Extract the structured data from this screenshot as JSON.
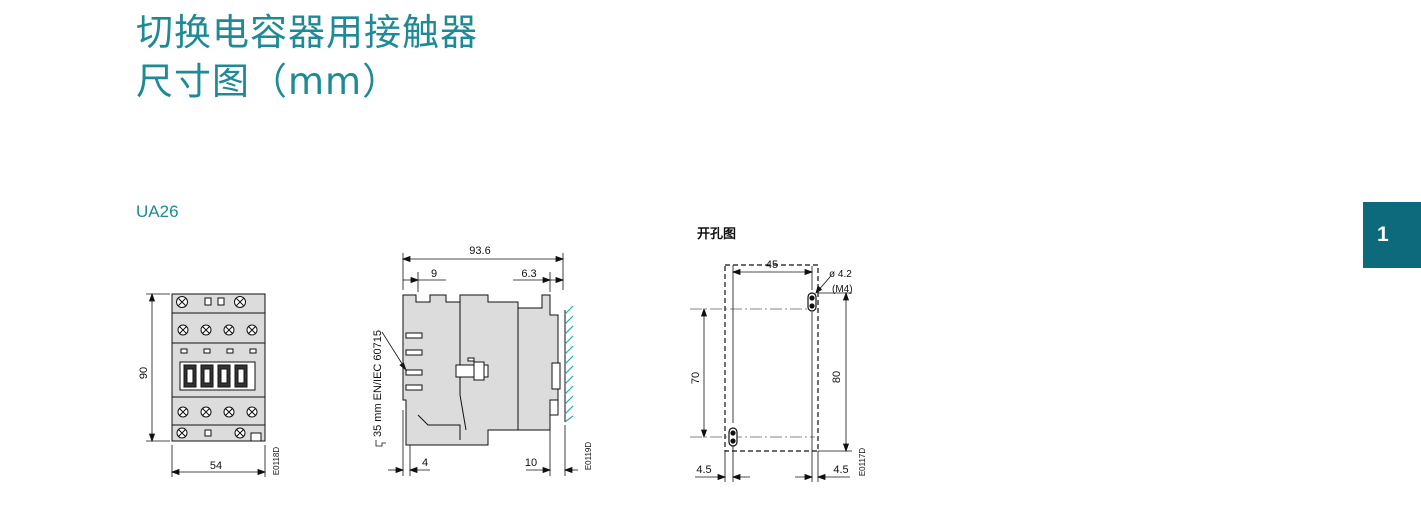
{
  "title": {
    "line1": "切换电容器用接触器",
    "line2": "尺寸图（mm）"
  },
  "model": "UA26",
  "section_tab": "1",
  "front_view": {
    "dim_height": "90",
    "dim_width": "54",
    "ref_code": "E0118D"
  },
  "side_view": {
    "dim_total": "93.6",
    "dim_left_step": "9",
    "dim_right_step": "6.3",
    "dim_bottom_left": "4",
    "dim_bottom_right": "10",
    "rail_label": "35 mm EN/IEC 60715",
    "ref_code": "E0119D"
  },
  "cutout": {
    "title": "开孔图",
    "dim_top": "45",
    "hole_diameter": "ø  4.2",
    "hole_thread": "(M4)",
    "dim_left_height": "70",
    "dim_right_height": "80",
    "dim_bottom_left": "4.5",
    "dim_bottom_right": "4.5",
    "ref_code": "E0117D"
  },
  "colors": {
    "title": "#1d8a96",
    "tab_bg": "#0c6a7c",
    "rail_hatch": "#2aa8b0",
    "drawing_fill": "#dcdcdc"
  }
}
